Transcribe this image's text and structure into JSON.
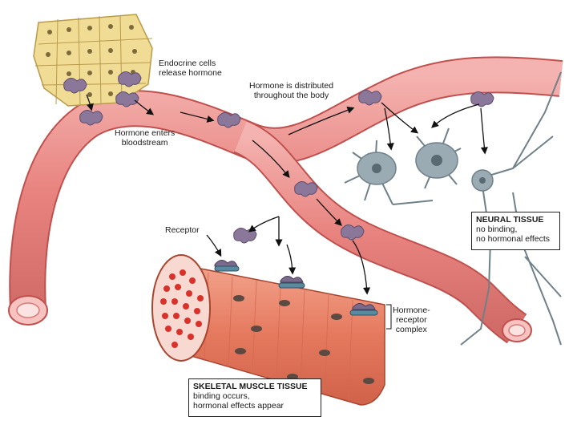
{
  "labels": {
    "endocrine": [
      "Endocrine cells",
      "release hormone"
    ],
    "enters": [
      "Hormone enters",
      "bloodstream"
    ],
    "distributed": [
      "Hormone is distributed",
      "throughout the body"
    ],
    "receptor": "Receptor",
    "complex": [
      "Hormone-",
      "receptor",
      "complex"
    ]
  },
  "neural_box": {
    "title": "NEURAL TISSUE",
    "line1": "no binding,",
    "line2": "no hormonal effects"
  },
  "muscle_box": {
    "title": "SKELETAL MUSCLE TISSUE",
    "line1": "binding occurs,",
    "line2": "hormonal effects appear"
  },
  "colors": {
    "vessel": "#e88a8a",
    "vessel_dark": "#c85a5a",
    "endocrine_cell": "#f2dc9a",
    "hormone": "#8e7a9a",
    "neuron": "#8a9ba4",
    "muscle": "#e9806a"
  }
}
